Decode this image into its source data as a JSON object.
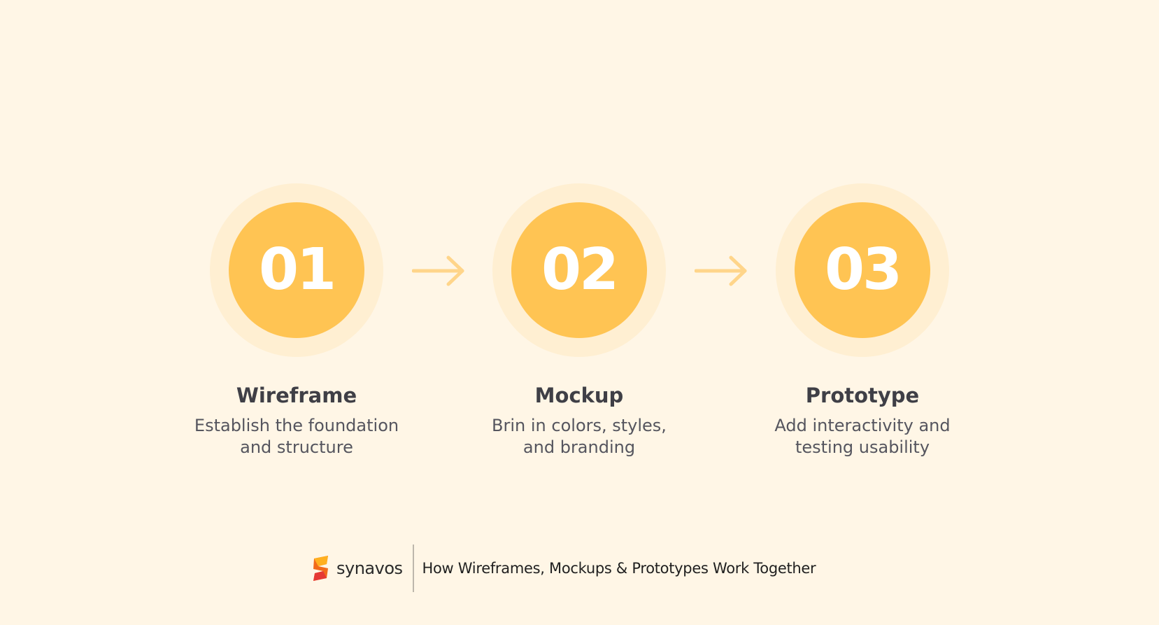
{
  "steps": [
    {
      "number": "01",
      "title": "Wireframe",
      "desc_line1": "Establish the foundation",
      "desc_line2": "and structure"
    },
    {
      "number": "02",
      "title": "Mockup",
      "desc_line1": "Brin in colors, styles,",
      "desc_line2": "and branding"
    },
    {
      "number": "03",
      "title": "Prototype",
      "desc_line1": "Add interactivity and",
      "desc_line2": "testing usability"
    }
  ],
  "footer": {
    "brand": "synavos",
    "title": "How Wireframes, Mockups & Prototypes Work Together"
  },
  "colors": {
    "background": "#FFF6E6",
    "accent": "#FFC453",
    "halo": "#FFEFD2",
    "arrow": "#FFD58A",
    "text": "#3F3F46"
  }
}
